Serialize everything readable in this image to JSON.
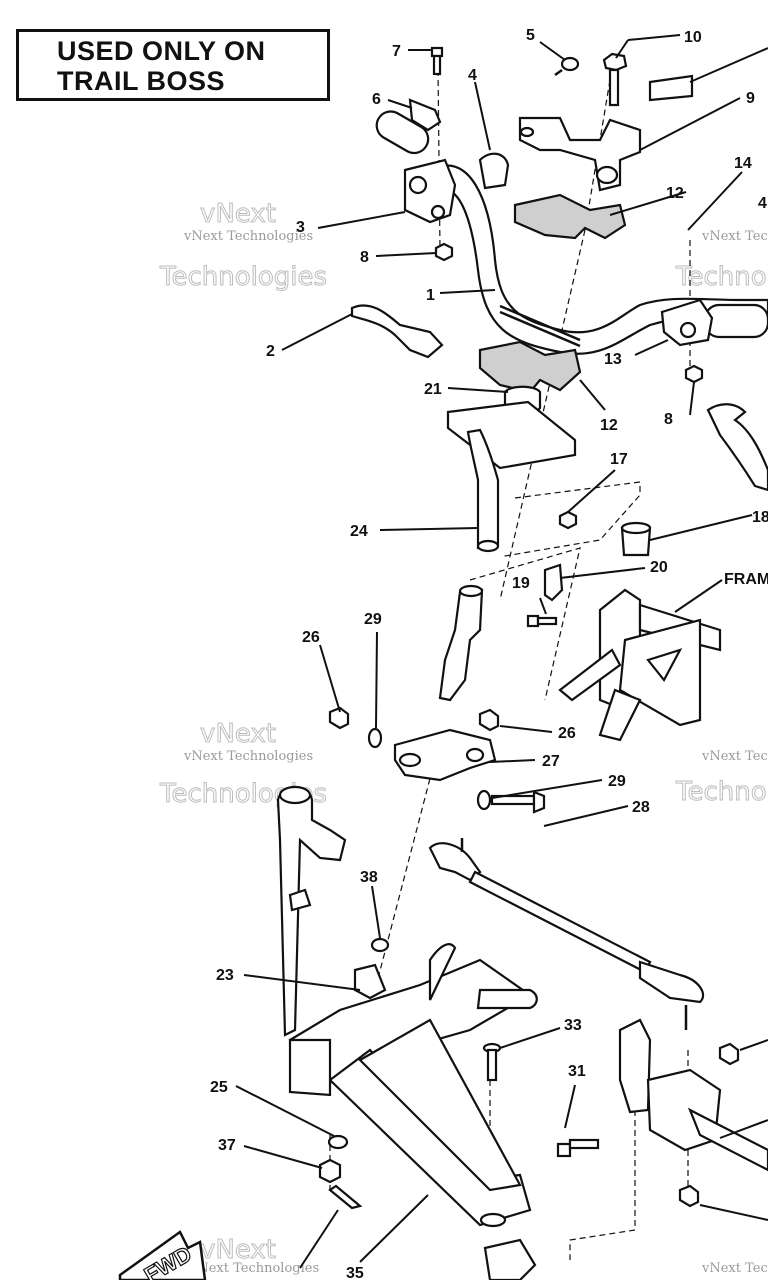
{
  "note": {
    "line1": "USED ONLY ON",
    "line2": "TRAIL BOSS"
  },
  "side_labels": {
    "frame": "FRAME"
  },
  "watermark": {
    "small": "vNext Technologies",
    "big": "Technologies",
    "top": "vNext"
  },
  "fwd": "FWD",
  "part_numbers": {
    "p1": "1",
    "p2": "2",
    "p3": "3",
    "p4a": "4",
    "p4b": "4",
    "p5": "5",
    "p6": "6",
    "p7": "7",
    "p8a": "8",
    "p8b": "8",
    "p9": "9",
    "p10": "10",
    "p12a": "12",
    "p12b": "12",
    "p13": "13",
    "p14": "14",
    "p17": "17",
    "p18": "18",
    "p19": "19",
    "p20": "20",
    "p21": "21",
    "p23": "23",
    "p24": "24",
    "p25": "25",
    "p26a": "26",
    "p26b": "26",
    "p27": "27",
    "p28": "28",
    "p29a": "29",
    "p29b": "29",
    "p31": "31",
    "p33": "33",
    "p35": "35",
    "p37": "37",
    "p38": "38"
  }
}
